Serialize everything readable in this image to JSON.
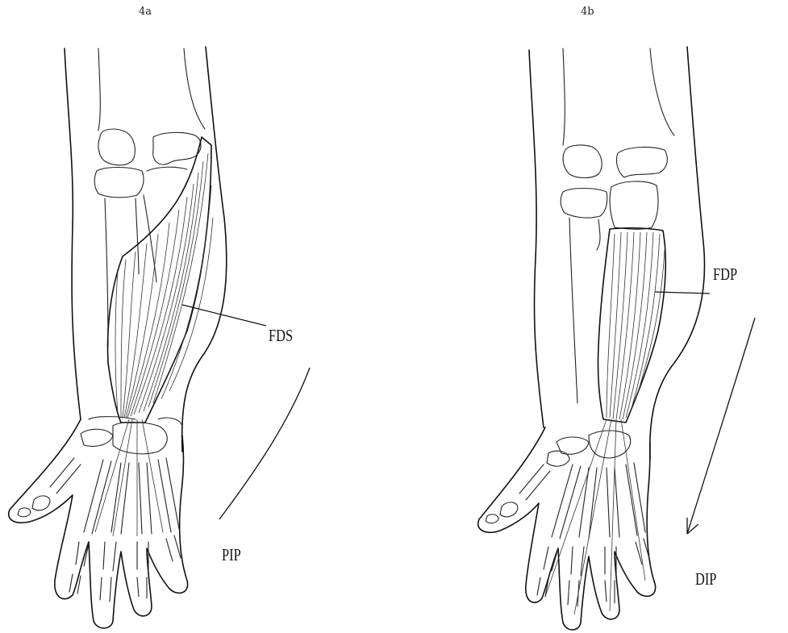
{
  "panels": [
    {
      "id": "4a",
      "label": "4a",
      "muscle_label": "FDS",
      "joint_label": "PIP"
    },
    {
      "id": "4b",
      "label": "4b",
      "muscle_label": "FDP",
      "joint_label": "DIP"
    }
  ],
  "colors": {
    "ink": "#111111",
    "background": "#ffffff"
  }
}
